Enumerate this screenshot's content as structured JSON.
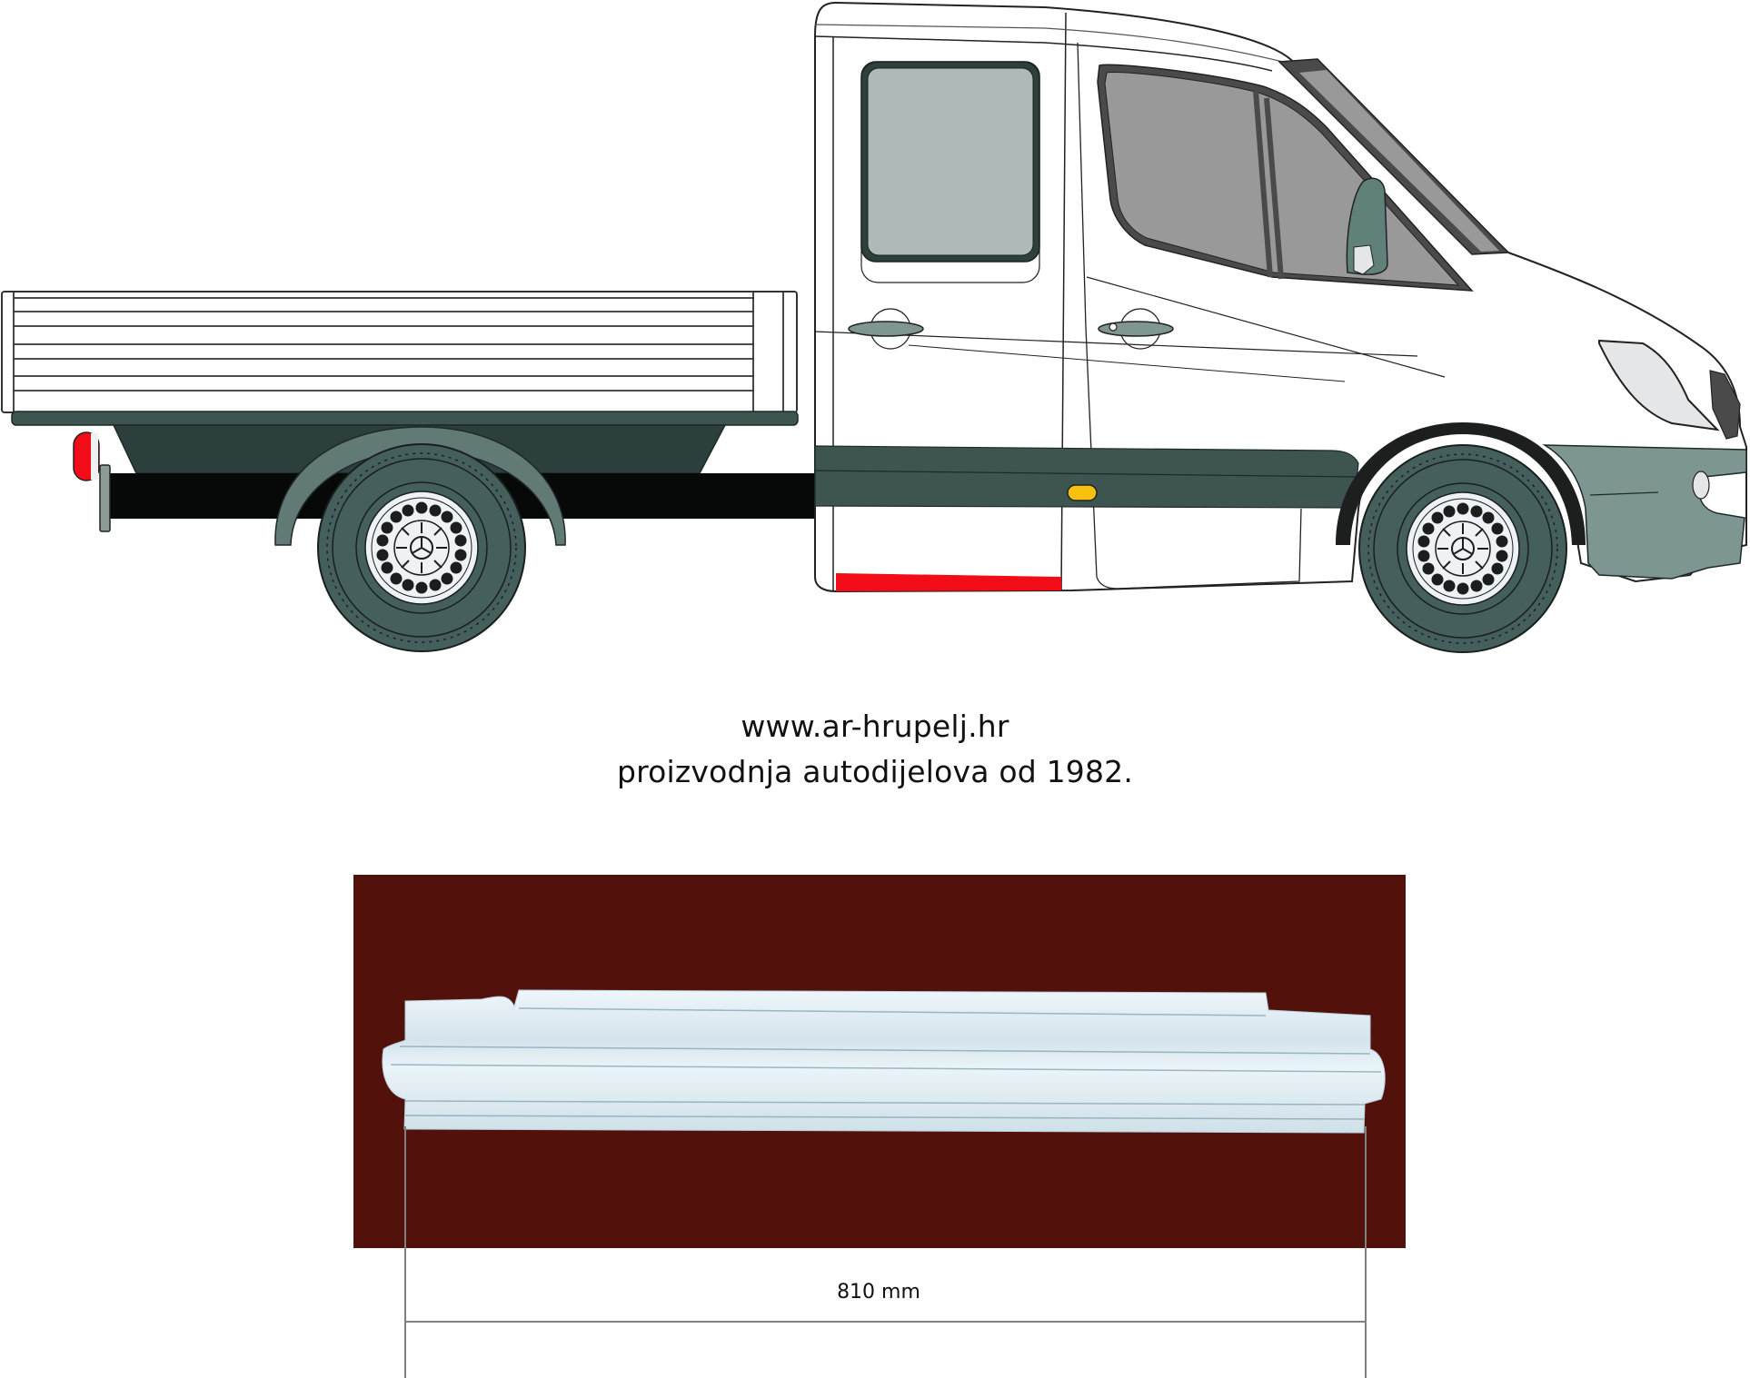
{
  "caption": {
    "url": "www.ar-hrupelj.hr",
    "tagline": "proizvodnja autodijelova od 1982."
  },
  "dimension": {
    "label": "810 mm",
    "value": 810,
    "unit": "mm"
  },
  "vehicle": {
    "type": "double-cab pickup van side view",
    "highlighted_part": "rear door sill (left)",
    "highlight_color": "#f20c18"
  },
  "colors": {
    "body": "#ffffff",
    "stripe": "#3e5450",
    "bumper": "#7e9691",
    "tire": "#45605c",
    "frame": "#070908",
    "rear_glass": "#adbab8",
    "front_glass": "#999999",
    "marker": "#f6c10f",
    "photo_bg": "#53110b",
    "part": "#dce9f0"
  }
}
